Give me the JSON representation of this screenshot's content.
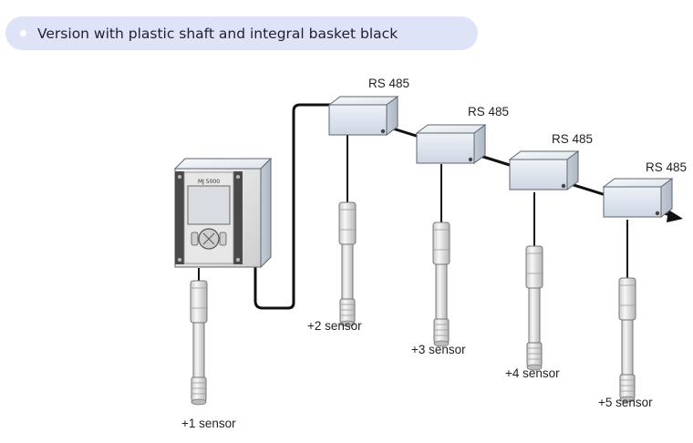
{
  "header": {
    "title": "Version with plastic shaft and integral basket black"
  },
  "controller": {
    "display_label": "MJ 5000"
  },
  "modules": [
    {
      "label": "RS 485"
    },
    {
      "label": "RS 485"
    },
    {
      "label": "RS 485"
    },
    {
      "label": "RS 485"
    }
  ],
  "sensors": [
    {
      "label": "+1 sensor"
    },
    {
      "label": "+2 sensor"
    },
    {
      "label": "+3 sensor"
    },
    {
      "label": "+4 sensor"
    },
    {
      "label": "+5 sensor"
    }
  ]
}
